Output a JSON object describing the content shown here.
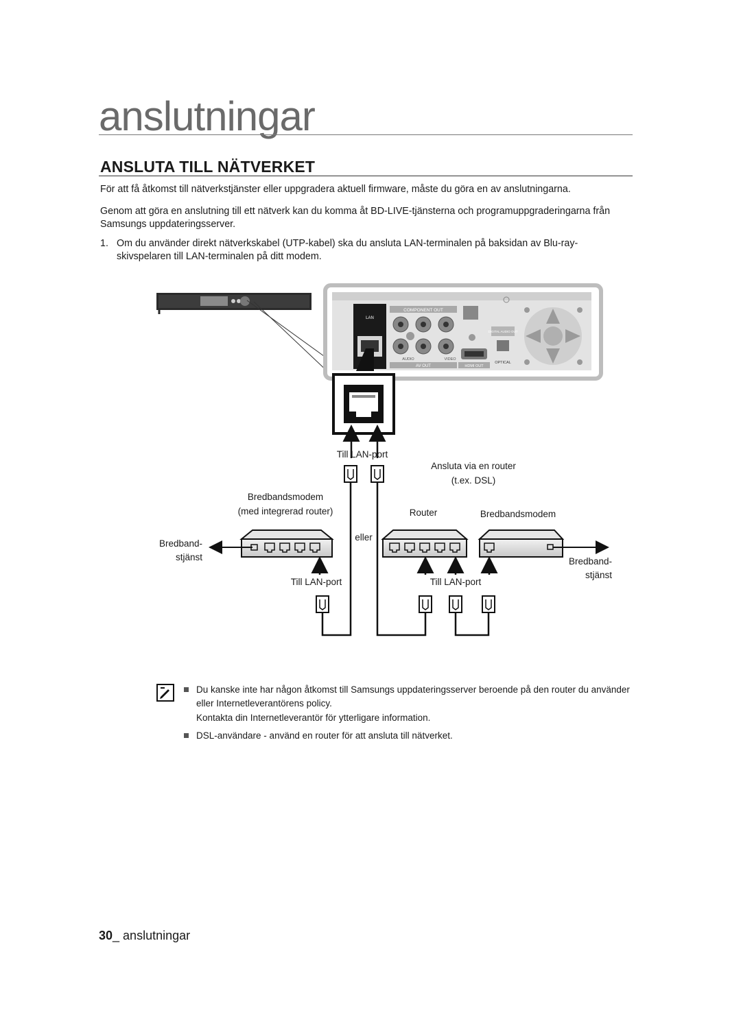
{
  "header": {
    "chapter": "anslutningar",
    "section_title": "ANSLUTA TILL NÄTVERKET"
  },
  "body": {
    "paragraphs": [
      "För att få åtkomst till nätverkstjänster eller uppgradera aktuell firmware, måste du göra en av anslutningarna.",
      "Genom att göra en anslutning till ett nätverk kan du komma åt BD-LIVE-tjänsterna och programuppgraderingarna från Samsungs uppdateringsserver."
    ],
    "list": [
      {
        "num": "1.",
        "text": "Om du använder direkt nätverkskabel (UTP-kabel) ska du ansluta LAN-terminalen på baksidan av Blu-ray-skivspelaren till LAN-terminalen på ditt modem."
      }
    ]
  },
  "diagram": {
    "rear_panel": {
      "lan": "LAN",
      "component_out": "COMPONENT OUT",
      "av_out": "AV OUT",
      "hdmi_out": "HDMI OUT",
      "digital_audio_out": "DIGITAL AUDIO OUT",
      "optical": "OPTICAL",
      "audio": "AUDIO",
      "video": "VIDEO"
    },
    "till_lan_port_top": "Till LAN-port",
    "router_option_title": "Ansluta via en router",
    "router_option_sub": "(t.ex. DSL)",
    "modem_label_1": "Bredbandsmodem",
    "modem_label_2": "(med integrerad router)",
    "router_label": "Router",
    "modem_right_label": "Bredbandsmodem",
    "or_label": "eller",
    "broadband_left_1": "Bredband-",
    "broadband_left_2": "stjänst",
    "broadband_right_1": "Bredband-",
    "broadband_right_2": "stjänst",
    "till_lan_port_left": "Till LAN-port",
    "till_lan_port_right": "Till LAN-port"
  },
  "notes": [
    {
      "text": "Du kanske inte har någon åtkomst till Samsungs uppdateringsserver beroende på den router du använder eller Internetleverantörens policy."
    },
    {
      "text": "Kontakta din Internetleverantör för ytterligare information."
    },
    {
      "text": "DSL-användare - använd en router för att ansluta till nätverket."
    }
  ],
  "footer": {
    "page_number": "30",
    "chapter": "_ anslutningar"
  }
}
